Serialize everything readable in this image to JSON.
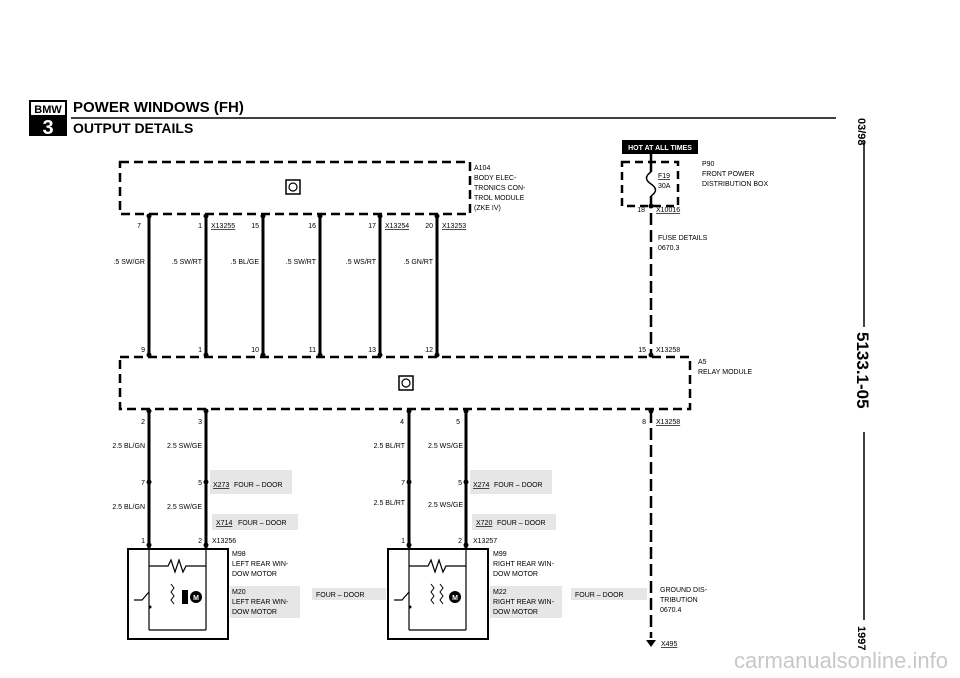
{
  "header": {
    "logo_text": "BMW",
    "series": "3",
    "title": "POWER WINDOWS (FH)",
    "subtitle": "OUTPUT DETAILS",
    "date": "03/98",
    "doc_number": "5133.1-05",
    "year": "1997",
    "watermark": "carmanualsonline.info"
  },
  "hot_label": "HOT AT ALL TIMES",
  "modules": {
    "a104": {
      "lines": [
        "A104",
        "BODY ELEC-",
        "TRONICS CON-",
        "TROL MODULE",
        "(ZKE IV)"
      ]
    },
    "a5": {
      "lines": [
        "A5",
        "RELAY MODULE"
      ]
    },
    "p90": {
      "lines": [
        "P90",
        "FRONT POWER",
        "DISTRIBUTION BOX"
      ]
    }
  },
  "fuse": {
    "name": "F19",
    "rating": "30A",
    "pin": "18",
    "connector": "X10016"
  },
  "fuse_details": [
    "FUSE DETAILS",
    "0670.3"
  ],
  "upper_wires": [
    {
      "top_pin": "7",
      "color": ".5 SW/GR",
      "bottom_pin": "9"
    },
    {
      "top_pin": "1",
      "color": ".5 SW/RT",
      "bottom_pin": "1"
    },
    {
      "top_pin": "15",
      "color": ".5 BL/GE",
      "bottom_pin": "10"
    },
    {
      "top_pin": "16",
      "color": ".5 SW/RT",
      "bottom_pin": "11"
    },
    {
      "top_pin": "17",
      "color": ".5 WS/RT",
      "bottom_pin": "13"
    },
    {
      "top_pin": "20",
      "color": ".5 GN/RT",
      "bottom_pin": "12"
    }
  ],
  "connectors": {
    "x13255": "X13255",
    "x13254": "X13254",
    "x13253": "X13253",
    "x13258_top": "X13258",
    "x13258_bottom": "X13258",
    "x13256": "X13256",
    "x13257": "X13257",
    "x495": "X495"
  },
  "relay_right": {
    "top_pin": "15",
    "bottom_pin": "8"
  },
  "left_side": {
    "relay_pins": [
      "2",
      "3"
    ],
    "wire_colors": [
      "2.5 BL/GN",
      "2.5 SW/GE"
    ],
    "x273": {
      "name": "X273",
      "note": "FOUR – DOOR",
      "pins": [
        "7",
        "5"
      ]
    },
    "wire_colors_lower": [
      "2.5 BL/GN",
      "2.5 SW/GE"
    ],
    "x714": {
      "name": "X714",
      "note": "FOUR – DOOR"
    },
    "motor_pins": [
      "1",
      "2"
    ]
  },
  "right_side": {
    "relay_pins": [
      "4",
      "5"
    ],
    "wire_colors": [
      "2.5 BL/RT",
      "2.5 WS/GE"
    ],
    "x274": {
      "name": "X274",
      "note": "FOUR – DOOR",
      "pins": [
        "7",
        "5"
      ]
    },
    "wire_colors_lower": [
      "2.5 BL/RT",
      "2.5 WS/GE"
    ],
    "x720": {
      "name": "X720",
      "note": "FOUR – DOOR"
    },
    "motor_pins": [
      "1",
      "2"
    ]
  },
  "motors": {
    "m98": [
      "M98",
      "LEFT REAR WIN-",
      "DOW MOTOR"
    ],
    "m20": [
      "M20",
      "LEFT REAR WIN-",
      "DOW MOTOR"
    ],
    "m99": [
      "M99",
      "RIGHT REAR WIN-",
      "DOW MOTOR"
    ],
    "m22": [
      "M22",
      "RIGHT REAR WIN-",
      "DOW MOTOR"
    ],
    "motor_symbol": "M"
  },
  "four_door_left": "FOUR – DOOR",
  "four_door_right": "FOUR – DOOR",
  "ground": [
    "GROUND DIS-",
    "TRIBUTION",
    "0670.4"
  ]
}
